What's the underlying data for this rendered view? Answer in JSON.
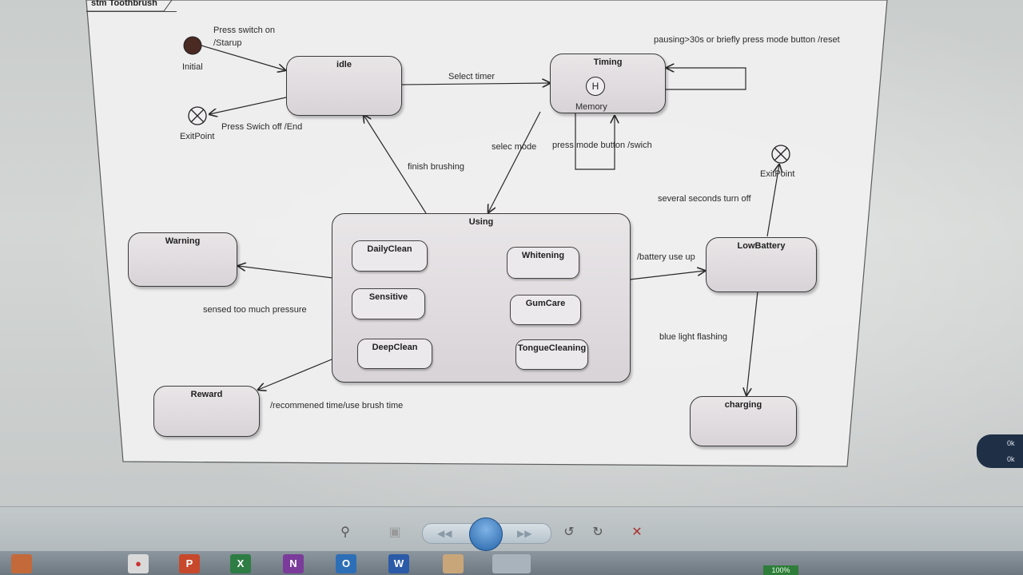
{
  "frame_title": "stm Toothbrush",
  "pseudo_states": {
    "initial_label": "Initial",
    "exit_left_label": "ExitPoint",
    "exit_right_label": "ExitPoint",
    "history_symbol": "H",
    "history_label": "Memory"
  },
  "states": {
    "idle": "idle",
    "timing": "Timing",
    "using": "Using",
    "warning": "Warning",
    "reward": "Reward",
    "low_battery": "LowBattery",
    "charging": "charging"
  },
  "substates": {
    "daily_clean": "DailyClean",
    "sensitive": "Sensitive",
    "deep_clean": "DeepClean",
    "whitening": "Whitening",
    "gum_care": "GumCare",
    "tongue_cleaning": "TongueCleaning"
  },
  "transitions": {
    "startup_line1": "Press switch on",
    "startup_line2": "/Starup",
    "end": "Press Swich off /End",
    "select_timer": "Select timer",
    "reset": "pausing>30s or briefly press mode button /reset",
    "select_mode": "selec mode",
    "press_mode": "press mode button /swich",
    "finish_brushing": "finish brushing",
    "sensed_pressure": "sensed too much pressure",
    "battery_use_up": "/battery use up",
    "turn_off": "several seconds turn off",
    "blue_light": "blue light flashing",
    "recommended_time": "/recommened time/use brush time"
  },
  "toolbar": {
    "zoom_icon": "zoom-icon",
    "undo_icon": "rotate-left-icon",
    "redo_icon": "rotate-right-icon",
    "close_icon": "close-icon"
  },
  "taskbar": {
    "zoom_value": "100%"
  },
  "side_widget": {
    "line1": "0k",
    "line2": "0k"
  }
}
